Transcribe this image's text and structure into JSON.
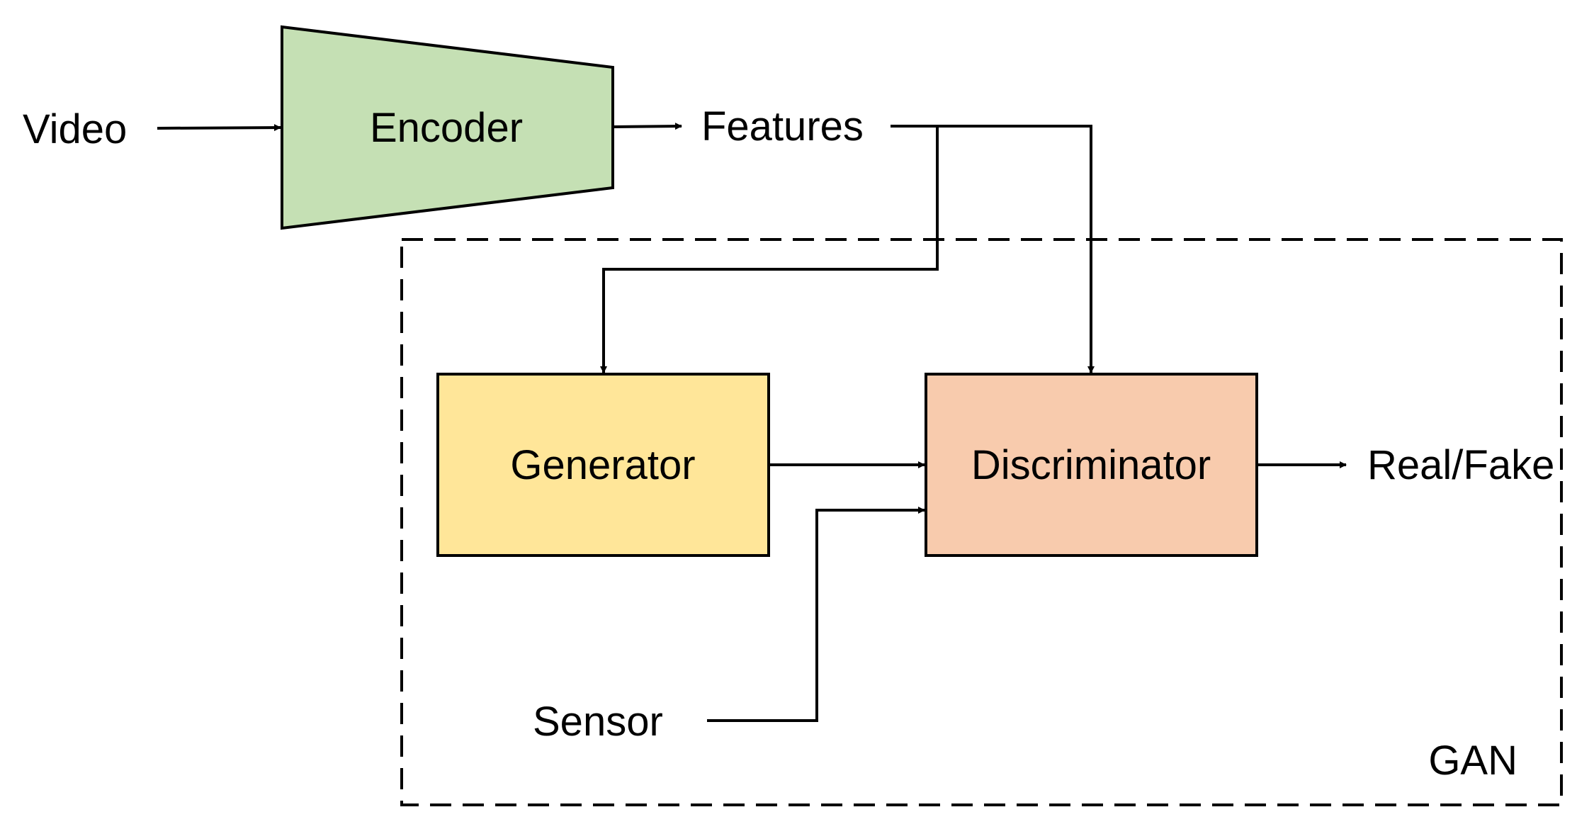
{
  "diagram": {
    "inputs": {
      "video": "Video",
      "sensor": "Sensor"
    },
    "encoder": {
      "label": "Encoder",
      "fill": "#C5E0B4"
    },
    "features": "Features",
    "gan": {
      "label": "GAN",
      "generator": {
        "label": "Generator",
        "fill": "#FFE699"
      },
      "discriminator": {
        "label": "Discriminator",
        "fill": "#F8CBAD"
      }
    },
    "output": "Real/Fake"
  }
}
